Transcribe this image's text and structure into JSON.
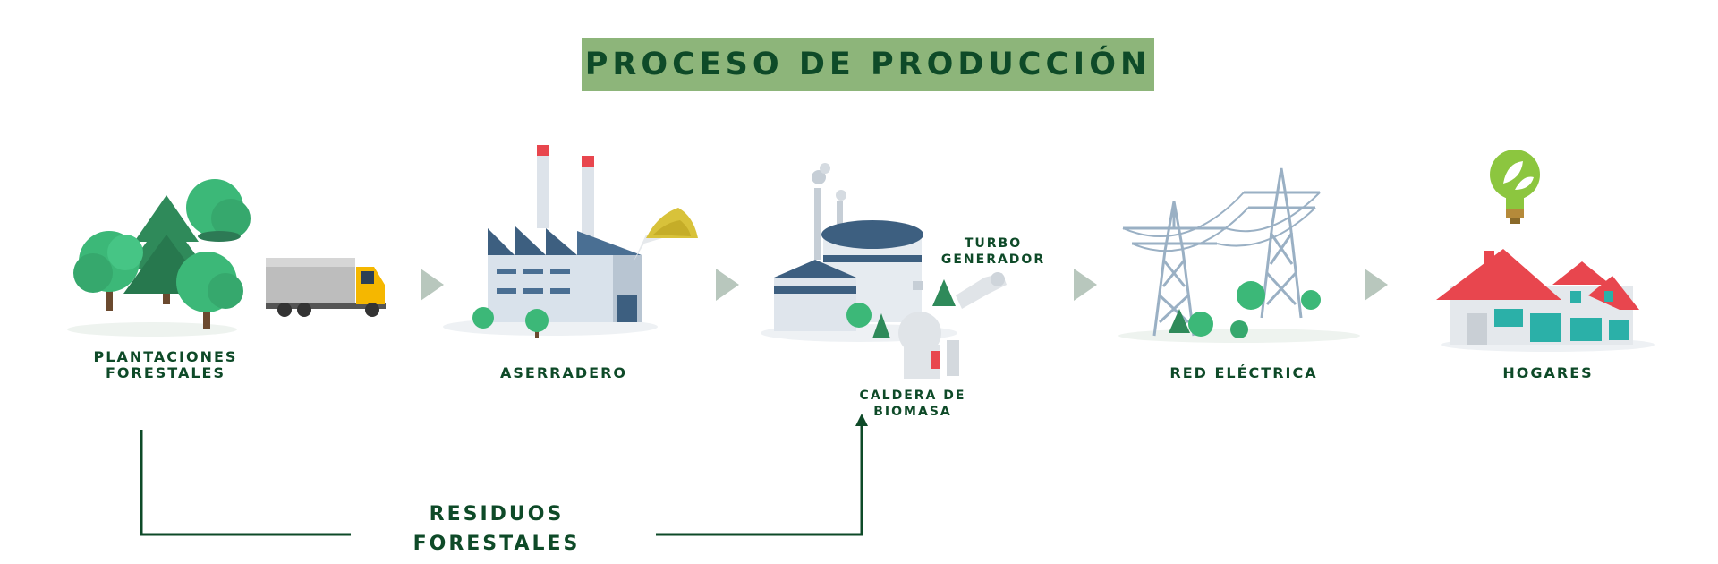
{
  "title": "PROCESO DE PRODUCCIÓN",
  "steps": {
    "plantaciones": {
      "line1": "PLANTACIONES",
      "line2": "FORESTALES"
    },
    "aserradero": "ASERRADERO",
    "caldera": {
      "line1": "CALDERA DE",
      "line2": "BIOMASA"
    },
    "turbo": {
      "line1": "TURBO",
      "line2": "GENERADOR"
    },
    "red": "RED ELÉCTRICA",
    "hogares": "HOGARES"
  },
  "residuos": {
    "line1": "RESIDUOS",
    "line2": "FORESTALES"
  },
  "colors": {
    "title_bg": "#8db57a",
    "dark_green": "#0e4a28",
    "arrow_gray": "#b8c7bd",
    "tree_green": "#3cb878",
    "roof_red": "#e8464e"
  },
  "icons": [
    "tree-icon",
    "truck-icon",
    "factory-icon",
    "sawdust-icon",
    "biomass-plant-icon",
    "turbine-icon",
    "power-tower-icon",
    "lightbulb-icon",
    "house-icon",
    "arrow-right-icon"
  ]
}
